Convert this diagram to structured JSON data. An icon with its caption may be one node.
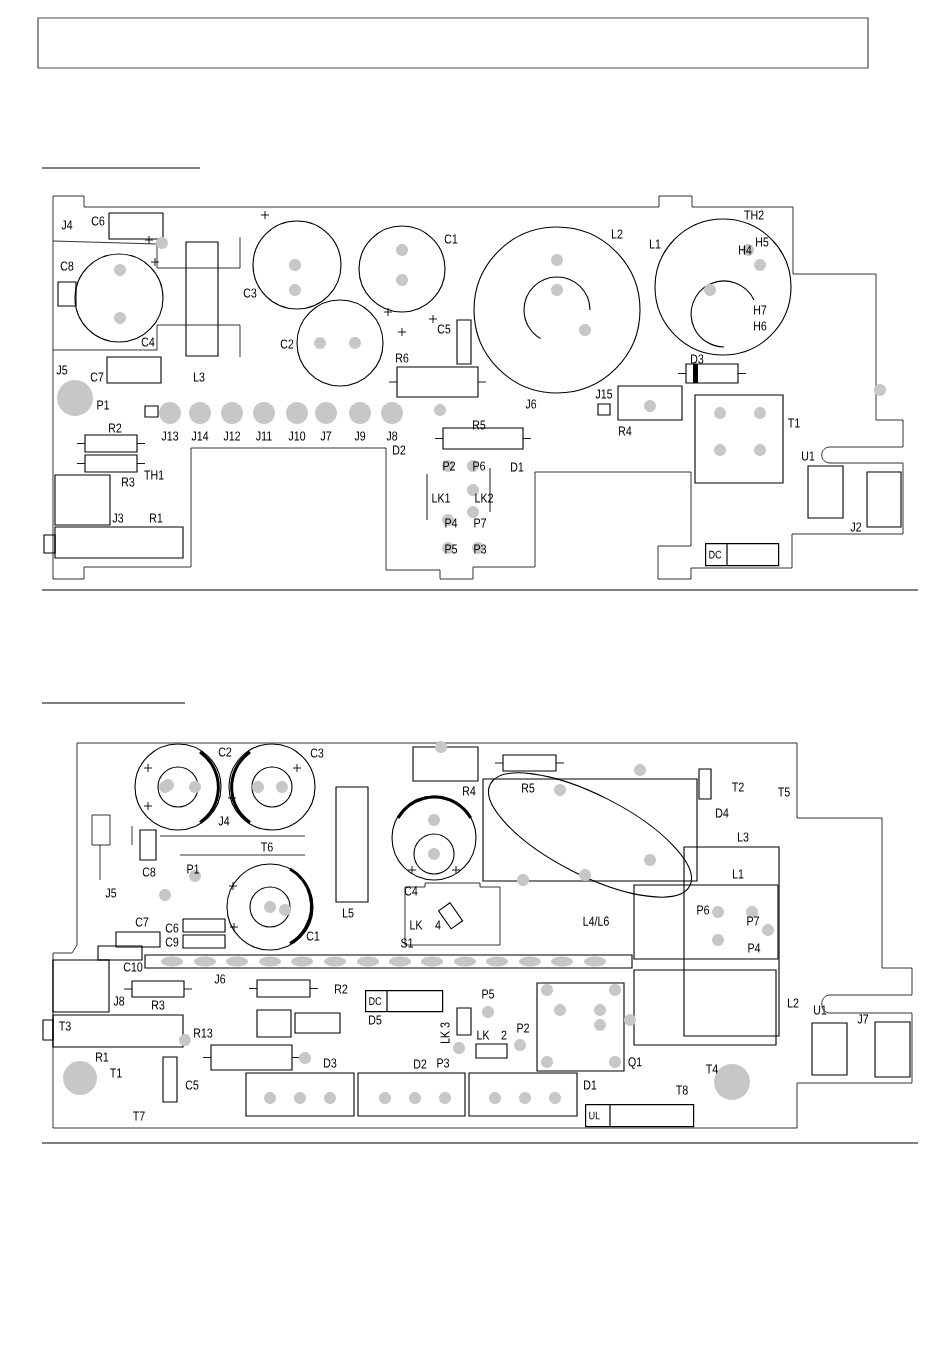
{
  "diagram": {
    "nodes": [
      {
        "text": [
          "DC"
        ]
      },
      {
        "text": [
          "DC"
        ]
      },
      {
        "text": [
          "UL"
        ]
      }
    ],
    "labels": [
      "J4",
      "C6",
      "C1",
      "L2",
      "L1",
      "TH2",
      "H5",
      "H4",
      "C8",
      "C3",
      "H7",
      "H6",
      "C5",
      "C4",
      "C2",
      "R6",
      "D3",
      "J5",
      "C7",
      "L3",
      "J15",
      "J6",
      "P1",
      "R4",
      "T1",
      "R5",
      "R2",
      "J13",
      "J14",
      "J12",
      "J11",
      "J10",
      "J7",
      "J9",
      "J8",
      "D2",
      "U1",
      "P2",
      "P6",
      "D1",
      "TH1",
      "R3",
      "LK1",
      "LK2",
      "P4",
      "P7",
      "J3",
      "R1",
      "J2",
      "P5",
      "P3",
      "C2",
      "C3",
      "R4",
      "R5",
      "T2",
      "T5",
      "D4",
      "J4",
      "L3",
      "T6",
      "C8",
      "P1",
      "L1",
      "C4",
      "J5",
      "L5",
      "P6",
      "L4/L6",
      "P7",
      "C7",
      "LK",
      "4",
      "C6",
      "C1",
      "C9",
      "S1",
      "P4",
      "C10",
      "J6",
      "R2",
      "P5",
      "J8",
      "L2",
      "R3",
      "U1",
      "J7",
      "D5",
      "LK 3",
      "T3",
      "P2",
      "LK",
      "2",
      "R13",
      "R1",
      "Q1",
      "D3",
      "D2",
      "P3",
      "T4",
      "T1",
      "C5",
      "D1",
      "T8",
      "T7"
    ]
  }
}
